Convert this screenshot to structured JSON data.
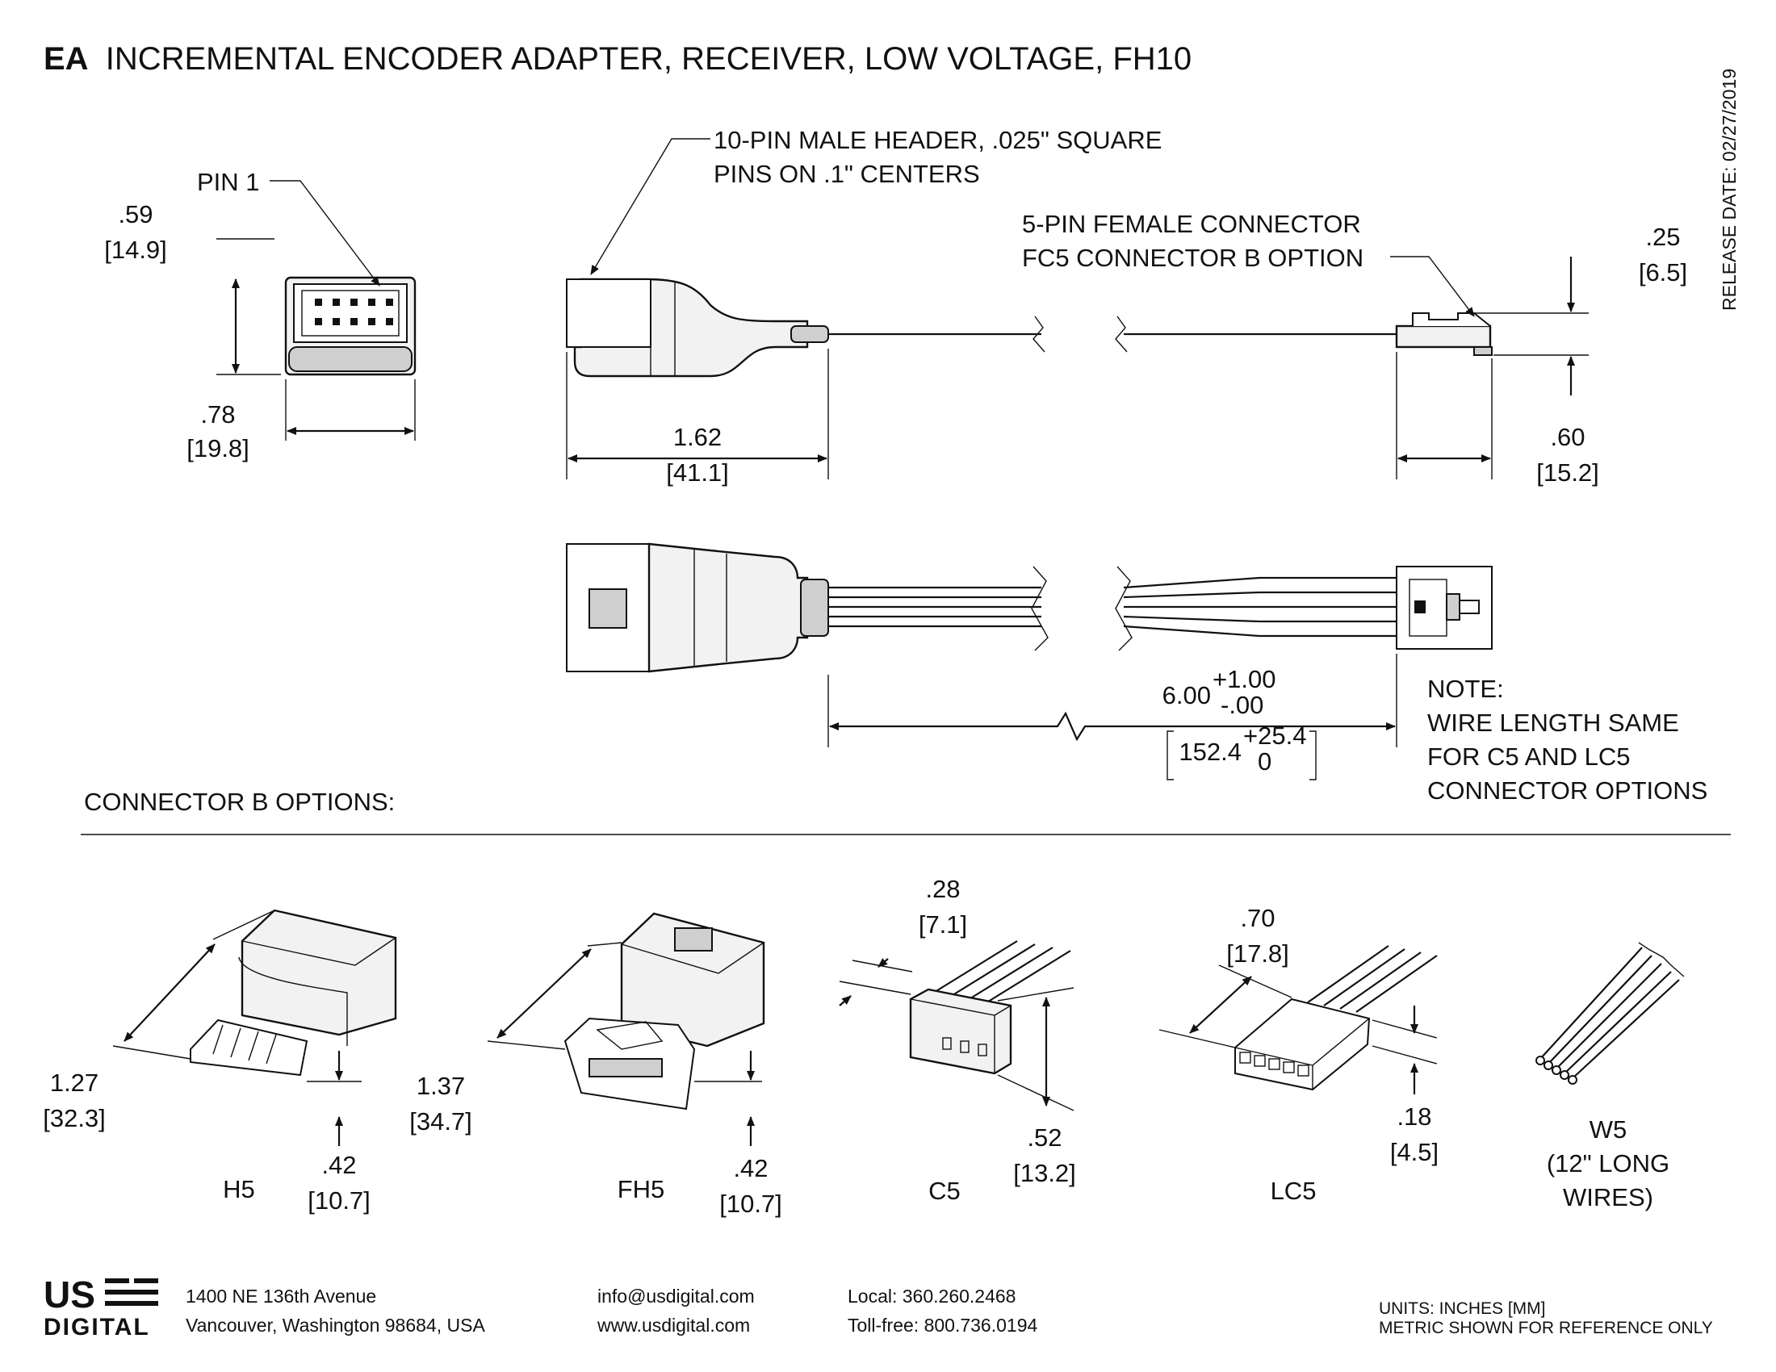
{
  "title": {
    "bold": "EA",
    "rest": "INCREMENTAL ENCODER ADAPTER, RECEIVER, LOW VOLTAGE, FH10"
  },
  "release_date": "RELEASE DATE: 02/27/2019",
  "end_view": {
    "pin_label": "PIN 1",
    "height_in": ".59",
    "height_mm": "[14.9]",
    "width_in": ".78",
    "width_mm": "[19.8]"
  },
  "side_view": {
    "header_callout": [
      "10-PIN MALE HEADER, .025\" SQUARE",
      "PINS ON .1\" CENTERS"
    ],
    "female_callout": [
      "5-PIN FEMALE CONNECTOR",
      "FC5 CONNECTOR B OPTION"
    ],
    "dim_a_in": "1.62",
    "dim_a_mm": "[41.1]",
    "dim_b_in": ".60",
    "dim_b_mm": "[15.2]",
    "dim_c_in": ".25",
    "dim_c_mm": "[6.5]"
  },
  "top_view": {
    "length_in": "6.00",
    "length_tol_plus": "+1.00",
    "length_tol_minus": "-.00",
    "length_mm": "152.4",
    "length_mm_plus": "+25.4",
    "length_mm_minus": "0",
    "note": [
      "NOTE:",
      "WIRE LENGTH SAME",
      "FOR C5 AND LC5",
      "CONNECTOR OPTIONS"
    ]
  },
  "options_heading": "CONNECTOR B OPTIONS:",
  "options": [
    {
      "name": "H5",
      "dim1_in": "1.27",
      "dim1_mm": "[32.3]",
      "dim2_in": ".42",
      "dim2_mm": "[10.7]"
    },
    {
      "name": "FH5",
      "dim1_in": "1.37",
      "dim1_mm": "[34.7]",
      "dim2_in": ".42",
      "dim2_mm": "[10.7]"
    },
    {
      "name": "C5",
      "dim1_in": ".28",
      "dim1_mm": "[7.1]",
      "dim2_in": ".52",
      "dim2_mm": "[13.2]"
    },
    {
      "name": "LC5",
      "dim1_in": ".70",
      "dim1_mm": "[17.8]",
      "dim2_in": ".18",
      "dim2_mm": "[4.5]"
    },
    {
      "name": "W5",
      "desc": [
        "(12\" LONG",
        "WIRES)"
      ]
    }
  ],
  "footer": {
    "logo_top": "US",
    "logo_bottom": "DIGITAL",
    "address": [
      "1400 NE 136th Avenue",
      "Vancouver, Washington 98684, USA"
    ],
    "web": [
      "info@usdigital.com",
      "www.usdigital.com"
    ],
    "phone": [
      "Local: 360.260.2468",
      "Toll-free: 800.736.0194"
    ],
    "units": [
      "UNITS: INCHES [MM]",
      "METRIC SHOWN FOR REFERENCE ONLY"
    ]
  },
  "colors": {
    "ink": "#111111",
    "fill": "#f2f2f2",
    "shade": "#cfcfcf"
  }
}
